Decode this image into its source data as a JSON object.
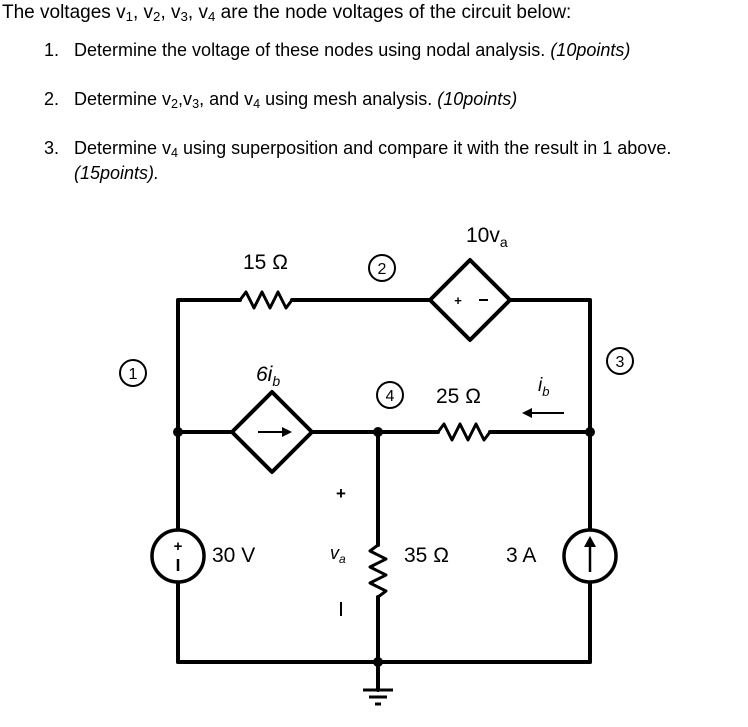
{
  "problem": {
    "intro": [
      "The voltages v",
      "1",
      ", v",
      "2",
      ", v",
      "3",
      ", v",
      "4",
      " are the node voltages of the circuit below:"
    ],
    "q1": {
      "num": "1.",
      "text": "Determine the voltage of these nodes using nodal analysis.",
      "points": "(10points)"
    },
    "q2": {
      "num": "2.",
      "pre": "Determine v",
      "s1": "2",
      "mid1": ",v",
      "s2": "3",
      "mid2": ", and v",
      "s3": "4",
      "post": " using mesh analysis.",
      "points": "(10points)"
    },
    "q3": {
      "num": "3.",
      "pre": "Determine v",
      "s1": "4",
      "post": " using superposition and compare it with the result in 1 above.",
      "points": "(15points)."
    }
  },
  "circuit": {
    "nodes": {
      "n1": "1",
      "n2": "2",
      "n3": "3",
      "n4": "4"
    },
    "r15": "15 Ω",
    "r25": "25 Ω",
    "r35": "35 Ω",
    "dep_current": {
      "main": "6i",
      "sub": "b"
    },
    "dep_voltage": {
      "main": "10v",
      "sub": "a"
    },
    "ib": {
      "main": "i",
      "sub": "b"
    },
    "va": {
      "main": "v",
      "sub": "a"
    },
    "vsource": "30 V",
    "isource": "3 A",
    "plus": "+",
    "minus": "−"
  }
}
